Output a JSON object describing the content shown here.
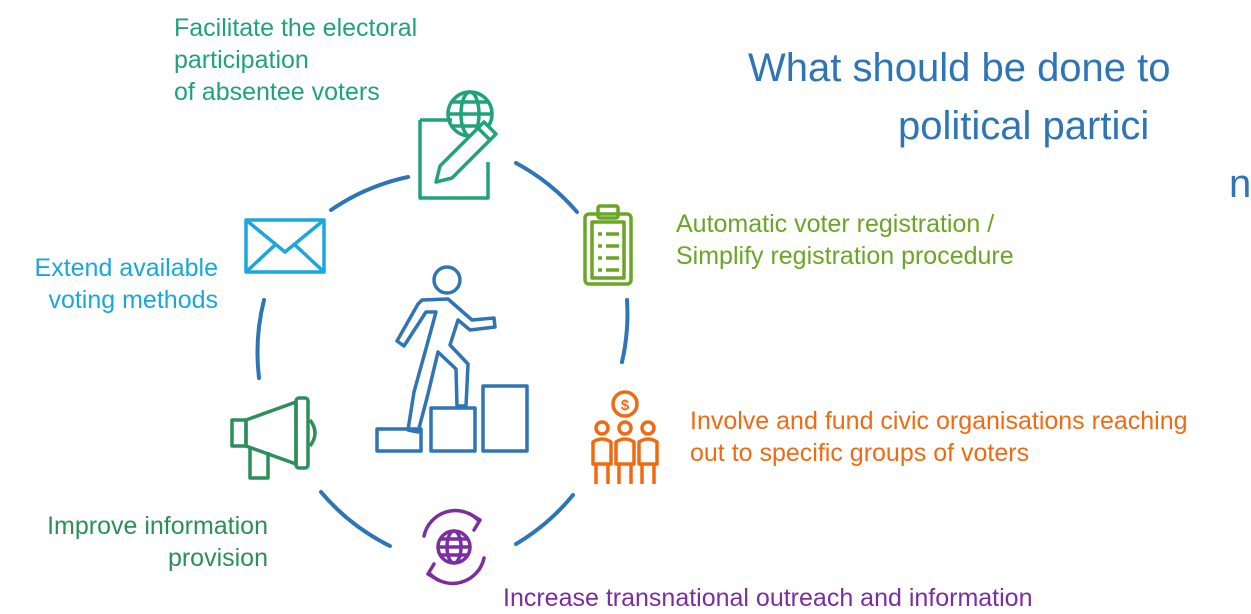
{
  "title": {
    "line1": "What should be done to",
    "line2": "political partici",
    "line3": "n"
  },
  "colors": {
    "circle": "#2e75b6",
    "teal": "#1fa37a",
    "lime": "#6aa626",
    "cyan": "#1aa7dd",
    "orange": "#f26a10",
    "green": "#2c8f5a",
    "purple": "#7a2ea0",
    "stairs": "#2e75b6"
  },
  "items": {
    "absentee": {
      "line1": "Facilitate the electoral",
      "line2": "participation",
      "line3": "of absentee voters",
      "icon": "globe-pencil-icon"
    },
    "registration": {
      "line1": "Automatic voter registration /",
      "line2": "Simplify registration procedure",
      "icon": "clipboard-icon"
    },
    "civic": {
      "line1": "Involve and fund civic organisations reaching",
      "line2": "out to specific groups of voters",
      "icon": "people-coin-icon"
    },
    "transnational": {
      "line1": "Increase transnational outreach and information",
      "icon": "globe-cycle-icon"
    },
    "information": {
      "line1": "Improve information",
      "line2": "provision",
      "icon": "megaphone-icon"
    },
    "voting": {
      "line1": "Extend available",
      "line2": "voting methods",
      "icon": "envelope-icon"
    }
  },
  "center_icon": "person-climbing-stairs-icon"
}
